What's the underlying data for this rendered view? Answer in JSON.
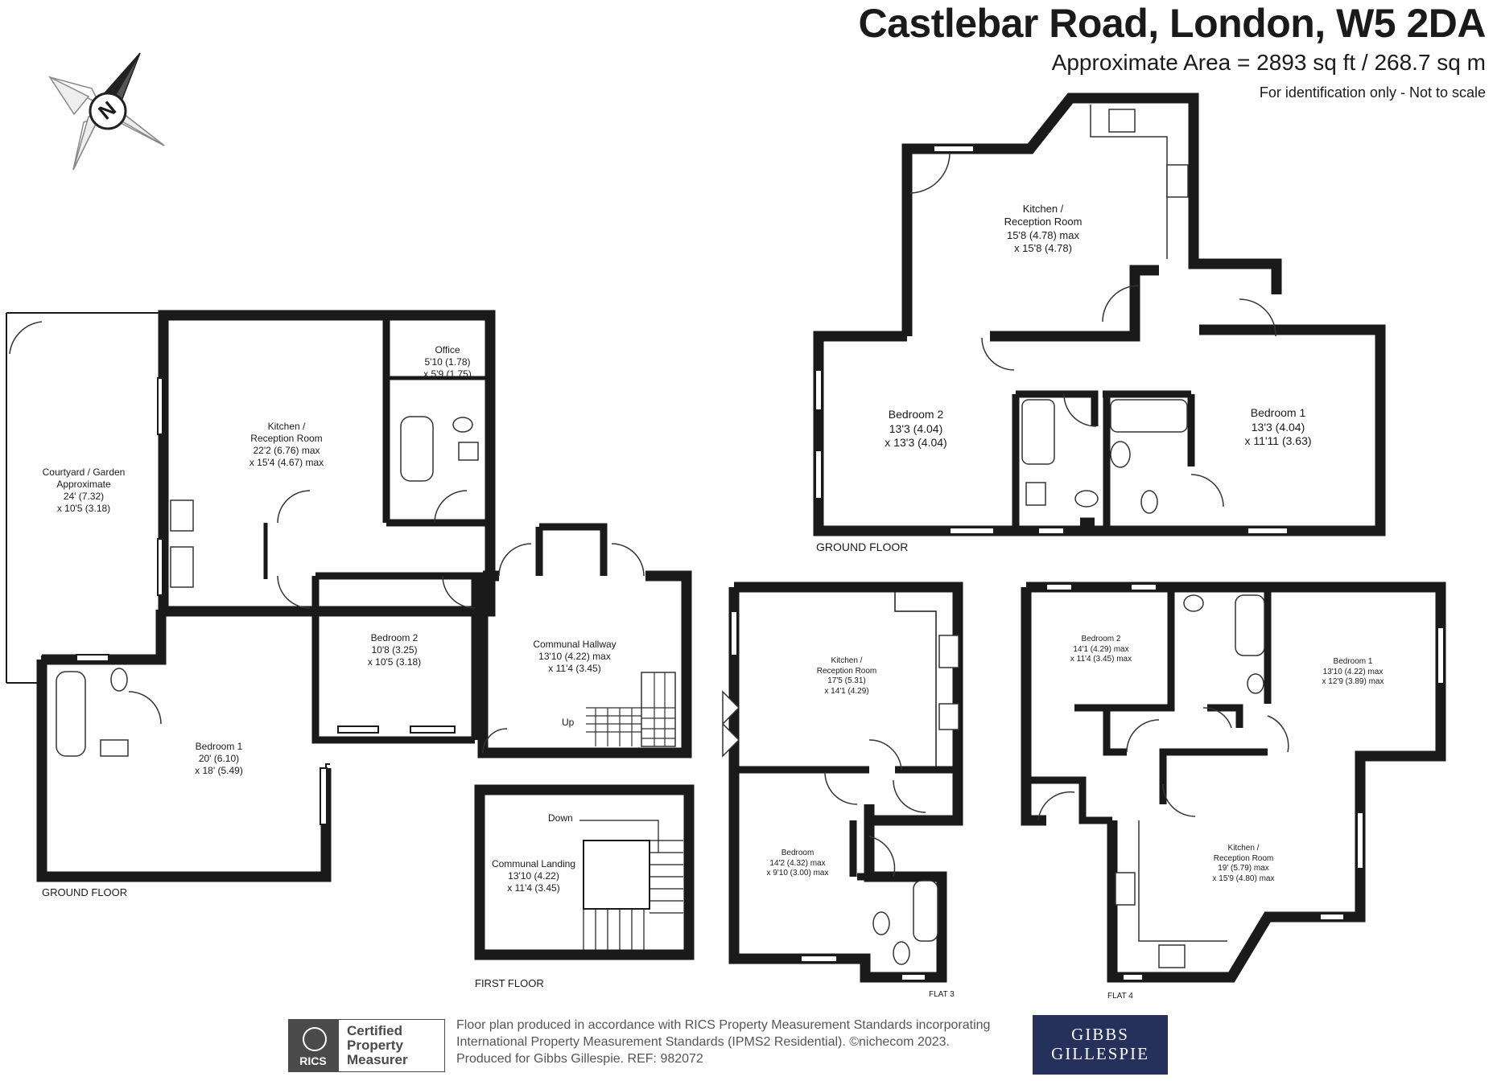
{
  "header": {
    "title": "Castlebar Road, London, W5 2DA",
    "area": "Approximate Area = 2893 sq ft / 268.7 sq m",
    "identification": "For identification only - Not to scale"
  },
  "compass": {
    "letter": "N",
    "icon": "north-compass-icon"
  },
  "floors": {
    "ground_left": "GROUND FLOOR",
    "ground_right": "GROUND FLOOR",
    "first": "FIRST FLOOR",
    "flat3": "FLAT 3",
    "flat4": "FLAT 4"
  },
  "rooms": {
    "courtyard": [
      "Courtyard / Garden",
      "Approximate",
      "24' (7.32)",
      "x 10'5 (3.18)"
    ],
    "kitchen_left": [
      "Kitchen /",
      "Reception Room",
      "22'2 (6.76) max",
      "x 15'4 (4.67) max"
    ],
    "office": [
      "Office",
      "5'10 (1.78)",
      "x 5'9 (1.75)"
    ],
    "bedroom2_left": [
      "Bedroom 2",
      "10'8 (3.25)",
      "x 10'5 (3.18)"
    ],
    "communal_hallway": [
      "Communal Hallway",
      "13'10 (4.22) max",
      "x 11'4 (3.45)"
    ],
    "up": "Up",
    "bedroom1_left": [
      "Bedroom 1",
      "20' (6.10)",
      "x 18' (5.49)"
    ],
    "communal_landing": [
      "Communal Landing",
      "13'10 (4.22)",
      "x 11'4 (3.45)"
    ],
    "down": "Down",
    "kitchen_right": [
      "Kitchen /",
      "Reception Room",
      "15'8 (4.78) max",
      "x 15'8 (4.78)"
    ],
    "bedroom2_right": [
      "Bedroom 2",
      "13'3 (4.04)",
      "x 13'3 (4.04)"
    ],
    "bedroom1_right": [
      "Bedroom 1",
      "13'3 (4.04)",
      "x 11'11 (3.63)"
    ],
    "kitchen_flat3": [
      "Kitchen /",
      "Reception Room",
      "17'5 (5.31)",
      "x 14'1 (4.29)"
    ],
    "bedroom_flat3": [
      "Bedroom",
      "14'2 (4.32) max",
      "x 9'10 (3.00) max"
    ],
    "bedroom2_flat4": [
      "Bedroom 2",
      "14'1 (4.29) max",
      "x 11'4 (3.45) max"
    ],
    "bedroom1_flat4": [
      "Bedroom 1",
      "13'10 (4.22) max",
      "x 12'9 (3.89) max"
    ],
    "kitchen_flat4": [
      "Kitchen /",
      "Reception Room",
      "19' (5.79) max",
      "x 15'9 (4.80) max"
    ]
  },
  "footer": {
    "line1": "Floor plan produced in accordance with RICS Property Measurement Standards incorporating",
    "line2": "International Property Measurement Standards (IPMS2 Residential).  ©nichecom 2023.",
    "line3": "Produced for Gibbs Gillespie.   REF:  982072",
    "rics_logo": "RICS",
    "rics_badge": [
      "Certified",
      "Property",
      "Measurer"
    ],
    "brand": [
      "GIBBS",
      "GILLESPIE"
    ]
  }
}
